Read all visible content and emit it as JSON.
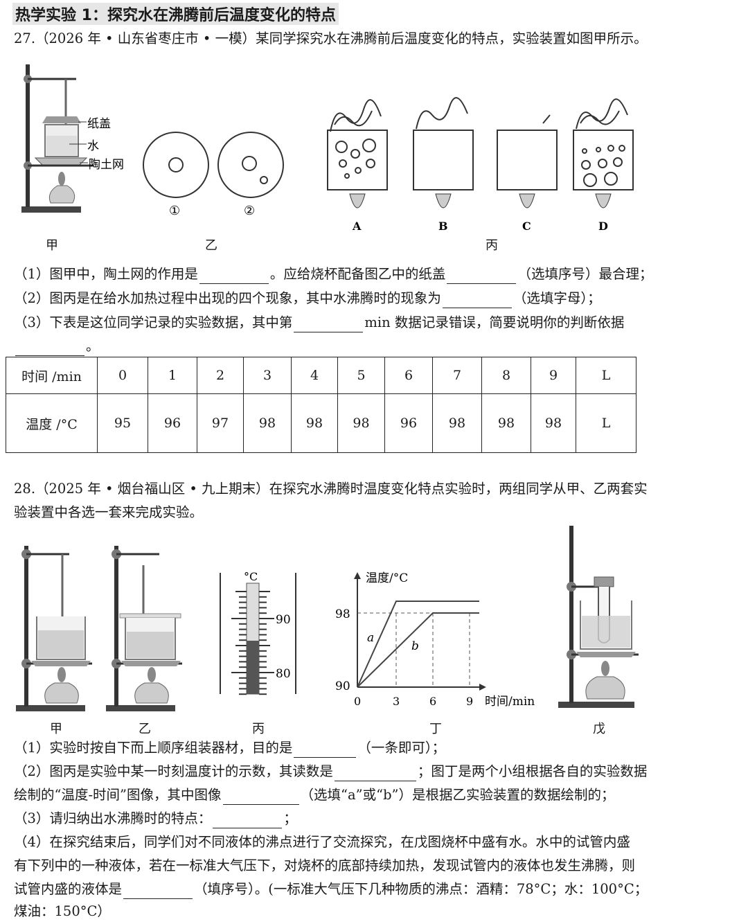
{
  "section_title": "热学实验 1：探究水在沸腾前后温度变化的特点",
  "q27": {
    "stem": "27.（2026 年 • 山东省枣庄市 • 一模）某同学探究水在沸腾前后温度变化的特点，实验装置如图甲所示。",
    "labels": {
      "paper_lid": "纸盖",
      "water": "水",
      "gauze": "陶土网"
    },
    "lid_options": [
      "①",
      "②"
    ],
    "phenomena": [
      "A",
      "B",
      "C",
      "D"
    ],
    "captions": {
      "jia": "甲",
      "yi": "乙",
      "bing": "丙"
    },
    "sub1_a": "（1）图甲中，陶土网的作用是",
    "sub1_b": "。应给烧杯配备图乙中的纸盖",
    "sub1_c": "（选填序号）最合理；",
    "sub2_a": "（2）图丙是在给水加热过程中出现的四个现象，其中水沸腾时的现象为",
    "sub2_b": "（选填字母）；",
    "sub3_a": "（3）下表是这位同学记录的实验数据，其中第",
    "sub3_b": "min 数据记录错误，简要说明你的判断依据",
    "sub3_end": "。",
    "table": {
      "row1_header": "时间 /min",
      "row2_header": "温度 /°C",
      "times": [
        "0",
        "1",
        "2",
        "3",
        "4",
        "5",
        "6",
        "7",
        "8",
        "9",
        "L"
      ],
      "temps": [
        "95",
        "96",
        "97",
        "98",
        "98",
        "98",
        "96",
        "98",
        "98",
        "98",
        "L"
      ]
    }
  },
  "q28": {
    "stem_line1": "28.（2025 年 • 烟台福山区 • 九上期末）在探究水沸腾时温度变化特点实验时，两组同学从甲、乙两套实",
    "stem_line2": "验装置中各选一套来完成实验。",
    "captions": {
      "jia": "甲",
      "yi": "乙",
      "bing": "丙",
      "ding": "丁",
      "wu": "戊"
    },
    "thermometer": {
      "unit": "°C",
      "mark_high": "90",
      "mark_low": "80"
    },
    "graph": {
      "ylabel": "温度/°C",
      "xlabel": "时间/min",
      "y_ticks": [
        "98",
        "90"
      ],
      "x_ticks": [
        "0",
        "3",
        "6",
        "9"
      ],
      "line_a": "a",
      "line_b": "b"
    },
    "sub1_a": "（1）实验时按自下而上顺序组装器材，目的是",
    "sub1_b": "（一条即可）；",
    "sub2_a": "（2）图丙是实验中某一时刻温度计的示数，其读数是",
    "sub2_b": "；图丁是两个小组根据各自的实验数据",
    "sub2_c": "绘制的“温度-时间”图像，其中图像",
    "sub2_d": "（选填“a”或“b”）是根据乙实验装置的数据绘制的；",
    "sub3_a": "（3）请归纳出水沸腾时的特点：",
    "sub3_b": "；",
    "sub4_l1": "（4）在探究结束后，同学们对不同液体的沸点进行了交流探究，在戊图烧杯中盛有水。水中的试管内盛",
    "sub4_l2": "有下列中的一种液体，若在一标准大气压下，对烧杯的底部持续加热，发现试管内的液体也发生沸腾，则",
    "sub4_l3a": "试管内盛的液体是",
    "sub4_l3b": "（填序号）。(一标准大气压下几种物质的沸点：酒精：78°C；水：100°C；",
    "sub4_l4": "煤油：150°C）"
  }
}
